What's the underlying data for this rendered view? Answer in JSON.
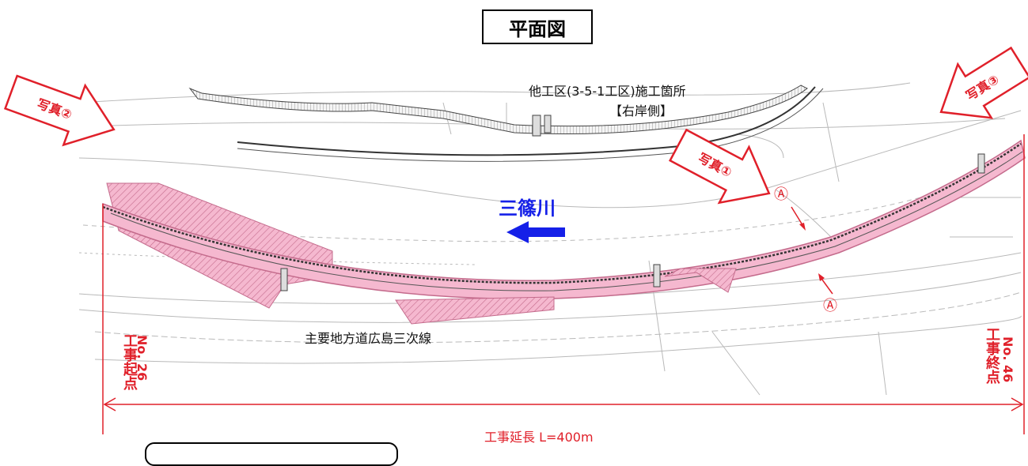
{
  "title": "平面図",
  "labels": {
    "other_work": "他工区(3-5-1工区)施工箇所",
    "right_bank": "【右岸側】",
    "river": "三篠川",
    "road": "主要地方道広島三次線",
    "start": "工事起点",
    "start_no": "No. 26",
    "end": "工事終点",
    "end_no": "No. 46",
    "length": "工事延長 L=400m"
  },
  "photos": [
    "写真①",
    "写真②",
    "写真③"
  ],
  "section_mark": "Ⓐ",
  "colors": {
    "red": "#e0202a",
    "blue": "#1520e8",
    "pink_fill": "#f5b8cf",
    "pink_line": "#c46b8c"
  }
}
